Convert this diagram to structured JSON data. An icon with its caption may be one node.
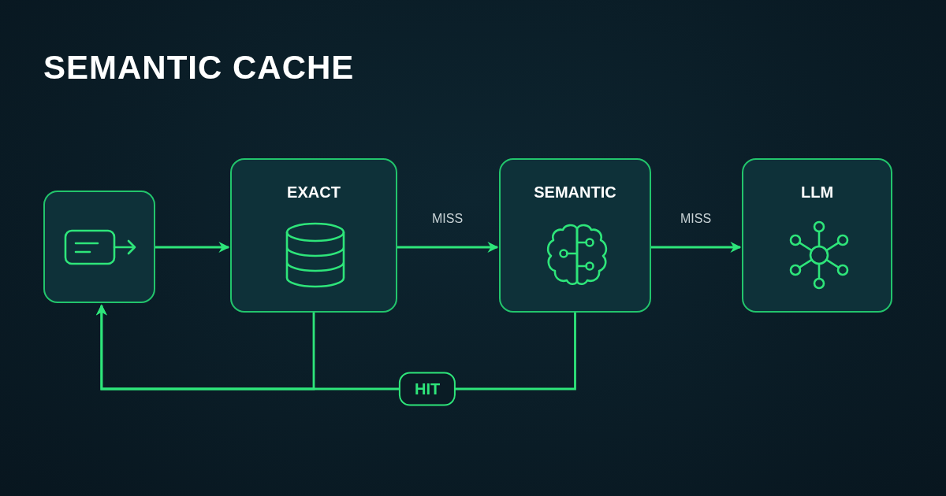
{
  "diagram": {
    "title": "SEMANTIC CACHE",
    "nodes": [
      {
        "text": [],
        "shape": "box"
      },
      {
        "text": [
          "EXACT"
        ]
      },
      {
        "text": [
          "SEMANTIC"
        ]
      },
      {
        "text": [
          "LLM"
        ]
      }
    ],
    "edges": [
      {
        "from": 0,
        "to": 1,
        "arrow": "to"
      },
      {
        "from": 1,
        "to": 2,
        "arrow": "to",
        "label": "MISS"
      },
      {
        "from": 2,
        "to": 3,
        "arrow": "to",
        "label": "MISS"
      },
      {
        "from": 1,
        "to": 0,
        "arrow": "to"
      },
      {
        "from": 2,
        "to": 0,
        "arrow": "to",
        "label": "HIT"
      }
    ]
  }
}
